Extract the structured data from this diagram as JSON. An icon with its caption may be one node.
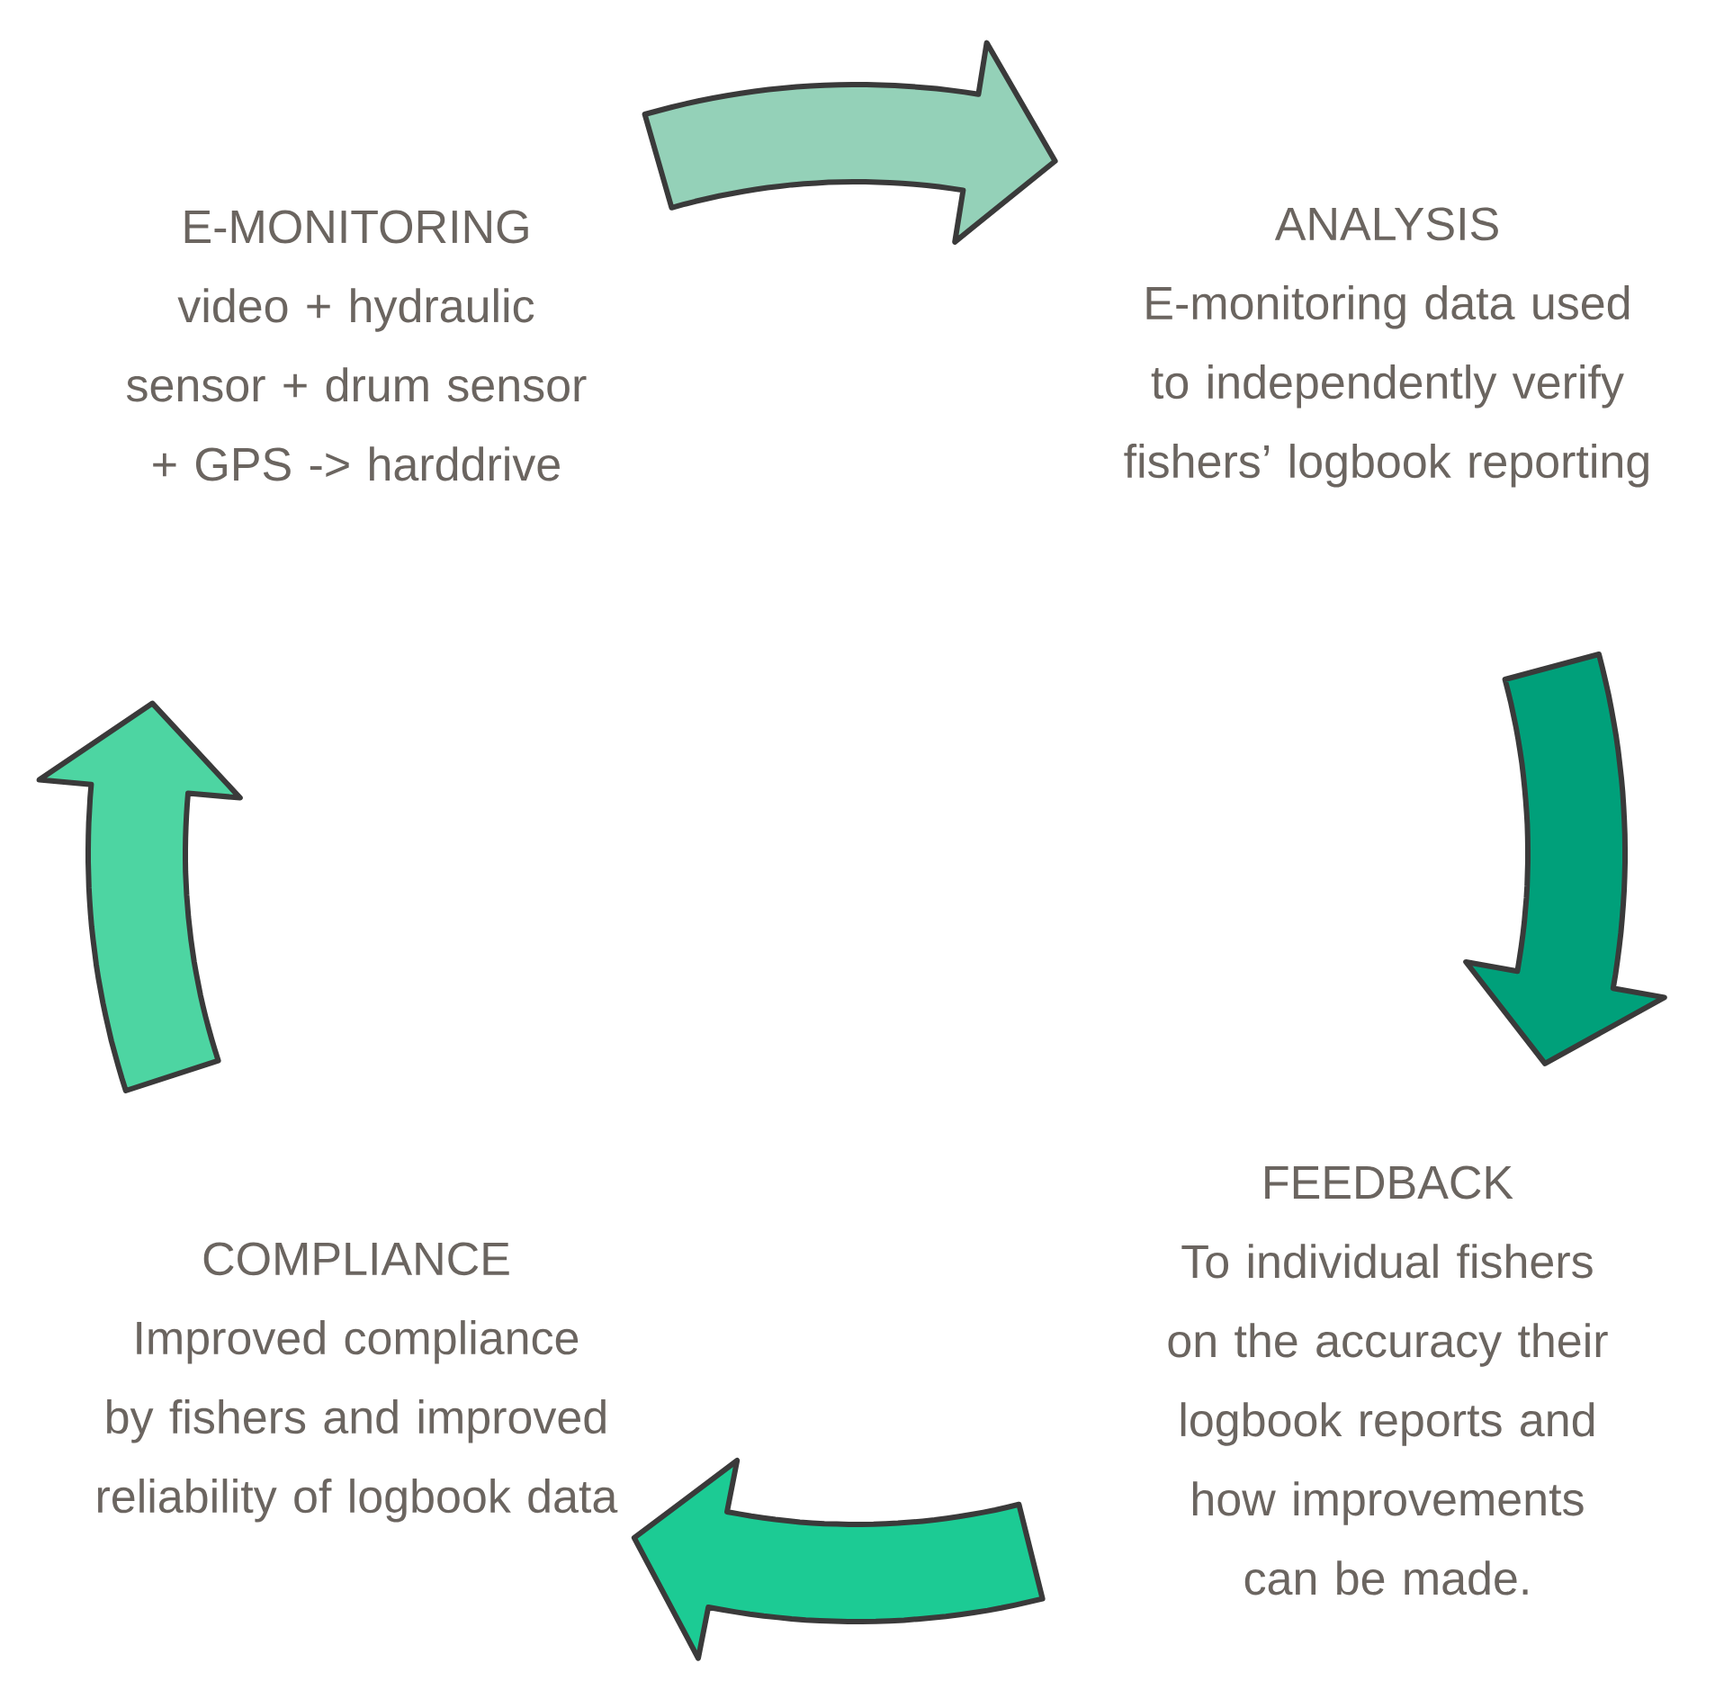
{
  "diagram": {
    "nodes": [
      {
        "text": [
          "E-MONITORING",
          "video + hydraulic sensor + drum sensor + GPS -> harddrive"
        ]
      },
      {
        "text": [
          "ANALYSIS",
          "E-monitoring data used to independently verify fishers’ logbook reporting"
        ]
      },
      {
        "text": [
          "FEEDBACK",
          "To individual fishers on the accuracy their logbook reports and how improvements can be made."
        ]
      },
      {
        "text": [
          "COMPLIANCE",
          "Improved compliance by fishers and improved reliability of logbook data"
        ]
      }
    ],
    "edges": [
      {
        "from": 0,
        "to": 1,
        "arrow": "to",
        "color": "#94d1b8"
      },
      {
        "from": 1,
        "to": 2,
        "arrow": "to",
        "color": "#00a07a"
      },
      {
        "from": 2,
        "to": 3,
        "arrow": "to",
        "color": "#1ccb94"
      },
      {
        "from": 3,
        "to": 0,
        "arrow": "to",
        "color": "#4dd5a2"
      }
    ]
  }
}
